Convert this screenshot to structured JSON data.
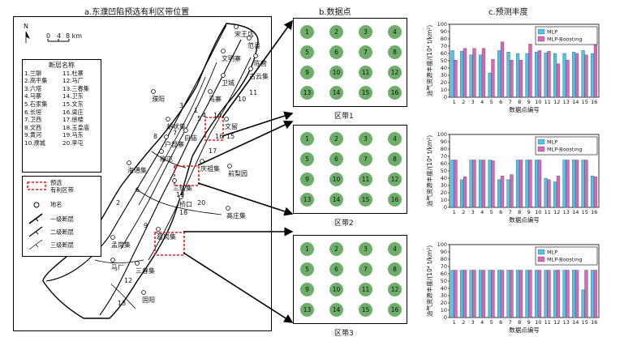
{
  "titles": {
    "a": "a.东濮凹陷预选有利区带位置",
    "b": "b.数据点",
    "c": "c.预测丰度"
  },
  "map": {
    "compass": "N",
    "scale": [
      "0",
      "4",
      "8 km"
    ],
    "legend_title": "断层名称",
    "faults_col1": [
      "1.兰聊",
      "2.高平集",
      "3.六塔",
      "4.马寨",
      "5.石家集",
      "6.长垣",
      "7.卫西",
      "8.文西",
      "9.黄河",
      "10.濮城"
    ],
    "faults_col2": [
      "11.杜寨",
      "12.马厂",
      "13.三春集",
      "14.卫东",
      "15.文东",
      "16.梁庄",
      "17.徐楼",
      "18.玉皇庙",
      "19.马东",
      "20.李屯"
    ],
    "symbols": {
      "zone": "预选\n有利区带",
      "zone_line1": "预选",
      "zone_line2": "有利区带",
      "place": "地名",
      "fault1": "一级断层",
      "fault2": "二级断层",
      "fault3": "三级断层"
    },
    "places": [
      "宋王店",
      "范县",
      "文明寨",
      "陈营",
      "古云集",
      "卫城",
      "马寨",
      "濮阳",
      "胡状集",
      "文留",
      "户部寨",
      "白庙",
      "柳屯",
      "庆祖集",
      "前梨园",
      "海通集",
      "三红集",
      "桥口",
      "高庄集",
      "葛岗集",
      "孟岗集",
      "马厂",
      "三春集",
      "固阳"
    ],
    "fault_numbers": [
      "2",
      "3",
      "4",
      "6",
      "7",
      "8",
      "9",
      "10",
      "11",
      "12",
      "13",
      "14",
      "15",
      "16",
      "17",
      "18",
      "19",
      "20",
      "1",
      "5"
    ]
  },
  "zones": {
    "points": [
      "1",
      "2",
      "3",
      "4",
      "5",
      "6",
      "7",
      "8",
      "9",
      "10",
      "11",
      "12",
      "13",
      "14",
      "15",
      "16"
    ],
    "labels": [
      "区带1",
      "区带2",
      "区带3"
    ]
  },
  "colors": {
    "mlp": "#4fc3e8",
    "boosting": "#d867b8",
    "point": "#6fae6a",
    "zone_box": "#e0201e"
  },
  "chart_data": [
    {
      "type": "bar",
      "categories": [
        "1",
        "2",
        "3",
        "4",
        "5",
        "6",
        "7",
        "8",
        "9",
        "10",
        "11",
        "12",
        "13",
        "14",
        "15",
        "16"
      ],
      "series": [
        {
          "name": "MLP",
          "values": [
            64,
            63,
            58,
            58,
            33,
            64,
            62,
            60,
            60,
            62,
            61,
            60,
            60,
            62,
            64,
            60
          ]
        },
        {
          "name": "MLP-Boosting",
          "values": [
            51,
            67,
            67,
            67,
            52,
            76,
            51,
            51,
            73,
            64,
            63,
            46,
            51,
            60,
            58,
            76
          ]
        }
      ],
      "xlabel": "数据点编号",
      "ylabel": "油气资源丰度/(10⁴ t/km²)",
      "ylim": [
        0,
        100
      ],
      "yticks": [
        "0",
        "10",
        "20",
        "30",
        "40",
        "50",
        "60",
        "70",
        "80",
        "90",
        "100"
      ],
      "legend_position": "top-right"
    },
    {
      "type": "bar",
      "categories": [
        "1",
        "2",
        "3",
        "4",
        "5",
        "6",
        "7",
        "8",
        "9",
        "10",
        "11",
        "12",
        "13",
        "14",
        "15",
        "16"
      ],
      "series": [
        {
          "name": "MLP",
          "values": [
            65,
            38,
            65,
            65,
            65,
            38,
            38,
            65,
            65,
            65,
            40,
            35,
            65,
            65,
            65,
            43
          ]
        },
        {
          "name": "MLP-Boosting",
          "values": [
            65,
            42,
            65,
            65,
            64,
            43,
            45,
            65,
            65,
            65,
            38,
            43,
            65,
            65,
            65,
            42
          ]
        }
      ],
      "xlabel": "数据点编号",
      "ylabel": "油气资源丰度/(10⁴ t/km²)",
      "ylim": [
        0,
        100
      ],
      "yticks": [
        "0",
        "10",
        "20",
        "30",
        "40",
        "50",
        "60",
        "70",
        "80",
        "90",
        "100"
      ],
      "legend_position": "top-right"
    },
    {
      "type": "bar",
      "categories": [
        "1",
        "2",
        "3",
        "4",
        "5",
        "6",
        "7",
        "8",
        "9",
        "10",
        "11",
        "12",
        "13",
        "14",
        "15",
        "16"
      ],
      "series": [
        {
          "name": "MLP",
          "values": [
            65,
            65,
            65,
            65,
            65,
            65,
            65,
            65,
            65,
            65,
            65,
            65,
            65,
            65,
            38,
            65
          ]
        },
        {
          "name": "MLP-Boosting",
          "values": [
            65,
            65,
            65,
            65,
            65,
            65,
            65,
            65,
            65,
            65,
            65,
            65,
            65,
            65,
            65,
            65
          ]
        }
      ],
      "xlabel": "数据点编号",
      "ylabel": "油气资源丰度/(10⁴ t/km²)",
      "ylim": [
        0,
        100
      ],
      "yticks": [
        "0",
        "10",
        "20",
        "30",
        "40",
        "50",
        "60",
        "70",
        "80",
        "90",
        "100"
      ],
      "legend_position": "top-right"
    }
  ]
}
